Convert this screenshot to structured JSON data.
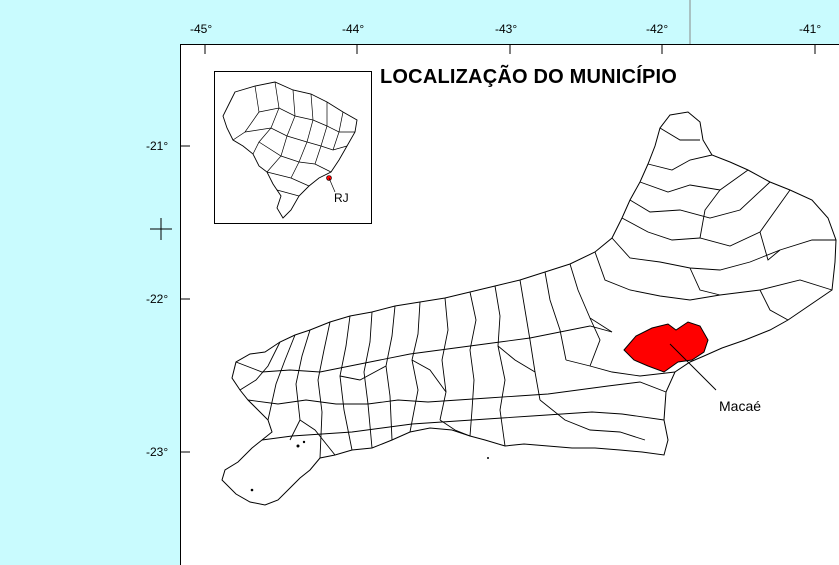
{
  "map": {
    "title": "LOCALIZAÇÃO DO MUNICÍPIO",
    "inset_label": "RJ",
    "highlight_label": "Macaé",
    "highlight_color": "#ff0000",
    "background_color": "#c9fbfe",
    "longitude_ticks": [
      "-45°",
      "-44°",
      "-43°",
      "-42°",
      "-41°"
    ],
    "latitude_ticks": [
      "-21°",
      "-22°",
      "-23°"
    ]
  }
}
